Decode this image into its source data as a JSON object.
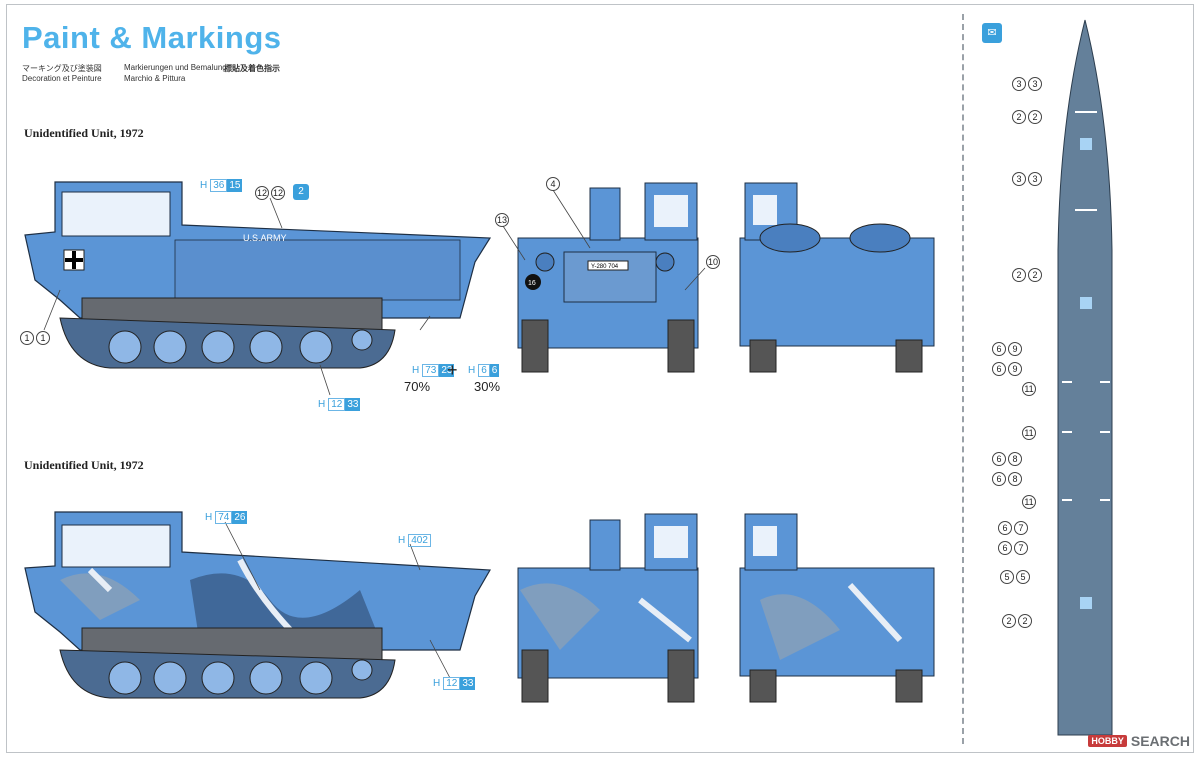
{
  "header": {
    "title": "Paint & Markings",
    "subtitles": {
      "ja": "マーキング及び塗装図",
      "de": "Markierungen und Bemalung",
      "zh": "標貼及着色指示",
      "fr": "Decoration et Peinture",
      "it": "Marchio & Pittura"
    }
  },
  "sections": [
    {
      "label": "Unidentified Unit, 1972"
    },
    {
      "label": "Unidentified Unit, 1972"
    }
  ],
  "vehicle_text": {
    "hull_marking": "U.S.ARMY",
    "plate": "Y-280 704",
    "bumper_number": "16"
  },
  "color_codes": {
    "top_h36_15": {
      "h": "H",
      "a": "36",
      "b": "15"
    },
    "top_h73_23": {
      "h": "H",
      "a": "73",
      "b": "23"
    },
    "top_h6_6": {
      "h": "H",
      "a": "6",
      "b": "6"
    },
    "top_h12_33": {
      "h": "H",
      "a": "12",
      "b": "33"
    },
    "bot_h74_26": {
      "h": "H",
      "a": "74",
      "b": "26"
    },
    "bot_h402": {
      "h": "H",
      "a": "402"
    },
    "bot_h12_33": {
      "h": "H",
      "a": "12",
      "b": "33"
    }
  },
  "mix": {
    "pct_a": "70%",
    "pct_b": "30%",
    "plus": "+"
  },
  "callouts": {
    "c12": "12",
    "c4": "4",
    "c13": "13",
    "c10": "10",
    "c1": "1",
    "c2": "2"
  },
  "roadway_callouts": [
    [
      "3",
      "3"
    ],
    [
      "2",
      "2"
    ],
    [
      "3",
      "3"
    ],
    [
      "2",
      "2"
    ],
    [
      "6",
      "9"
    ],
    [
      "6",
      "9"
    ],
    [
      "11"
    ],
    [
      "11"
    ],
    [
      "6",
      "8"
    ],
    [
      "6",
      "8"
    ],
    [
      "11"
    ],
    [
      "6",
      "7"
    ],
    [
      "6",
      "7"
    ],
    [
      "5",
      "5"
    ],
    [
      "2",
      "2"
    ]
  ],
  "brand": {
    "logo": "HOBBY",
    "text": "SEARCH"
  },
  "colors": {
    "accent": "#4fb3ea",
    "hull": "#5b95d6",
    "camo_dark": "#3a5d8a",
    "camo_light": "#e8eef6",
    "track": "#5a5f66"
  }
}
